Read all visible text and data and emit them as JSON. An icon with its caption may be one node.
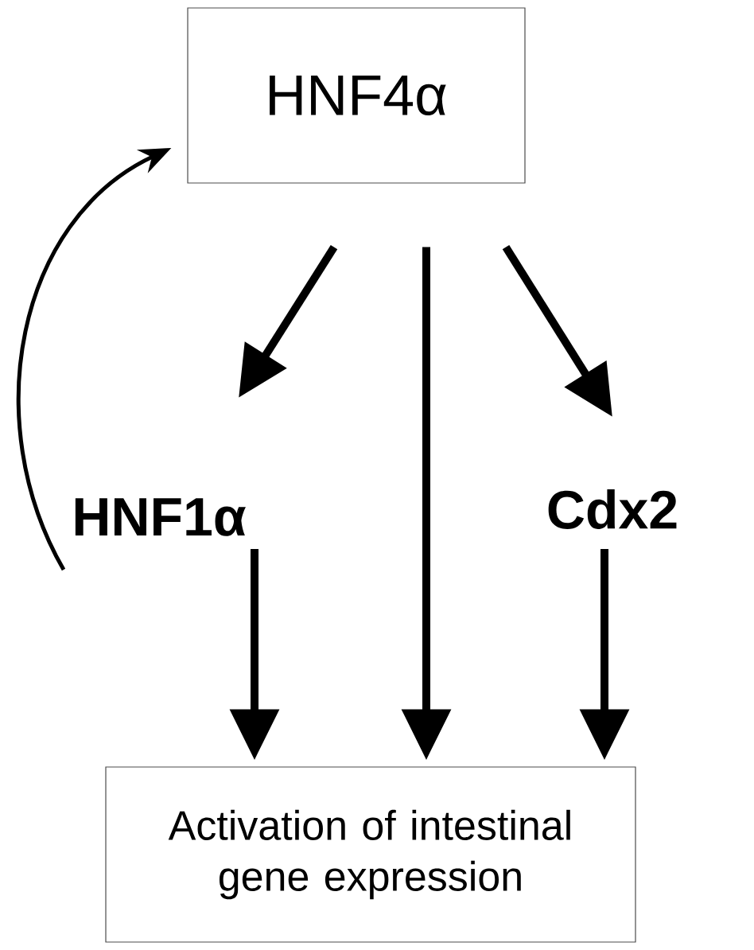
{
  "diagram": {
    "nodes": [
      {
        "text": [
          "HNF4α"
        ]
      },
      {
        "text": [
          "HNF1α"
        ]
      },
      {
        "text": [
          "Cdx2"
        ]
      },
      {
        "text": [
          "Activation of intestinal gene expression"
        ]
      }
    ],
    "edges": [
      {
        "from": 0,
        "to": 1,
        "arrow": "to"
      },
      {
        "from": 0,
        "to": 3,
        "arrow": "to"
      },
      {
        "from": 0,
        "to": 2,
        "arrow": "to"
      },
      {
        "from": 1,
        "to": 3,
        "arrow": "to"
      },
      {
        "from": 2,
        "to": 3,
        "arrow": "to"
      },
      {
        "from": 1,
        "to": 0,
        "arrow": "to"
      }
    ]
  }
}
